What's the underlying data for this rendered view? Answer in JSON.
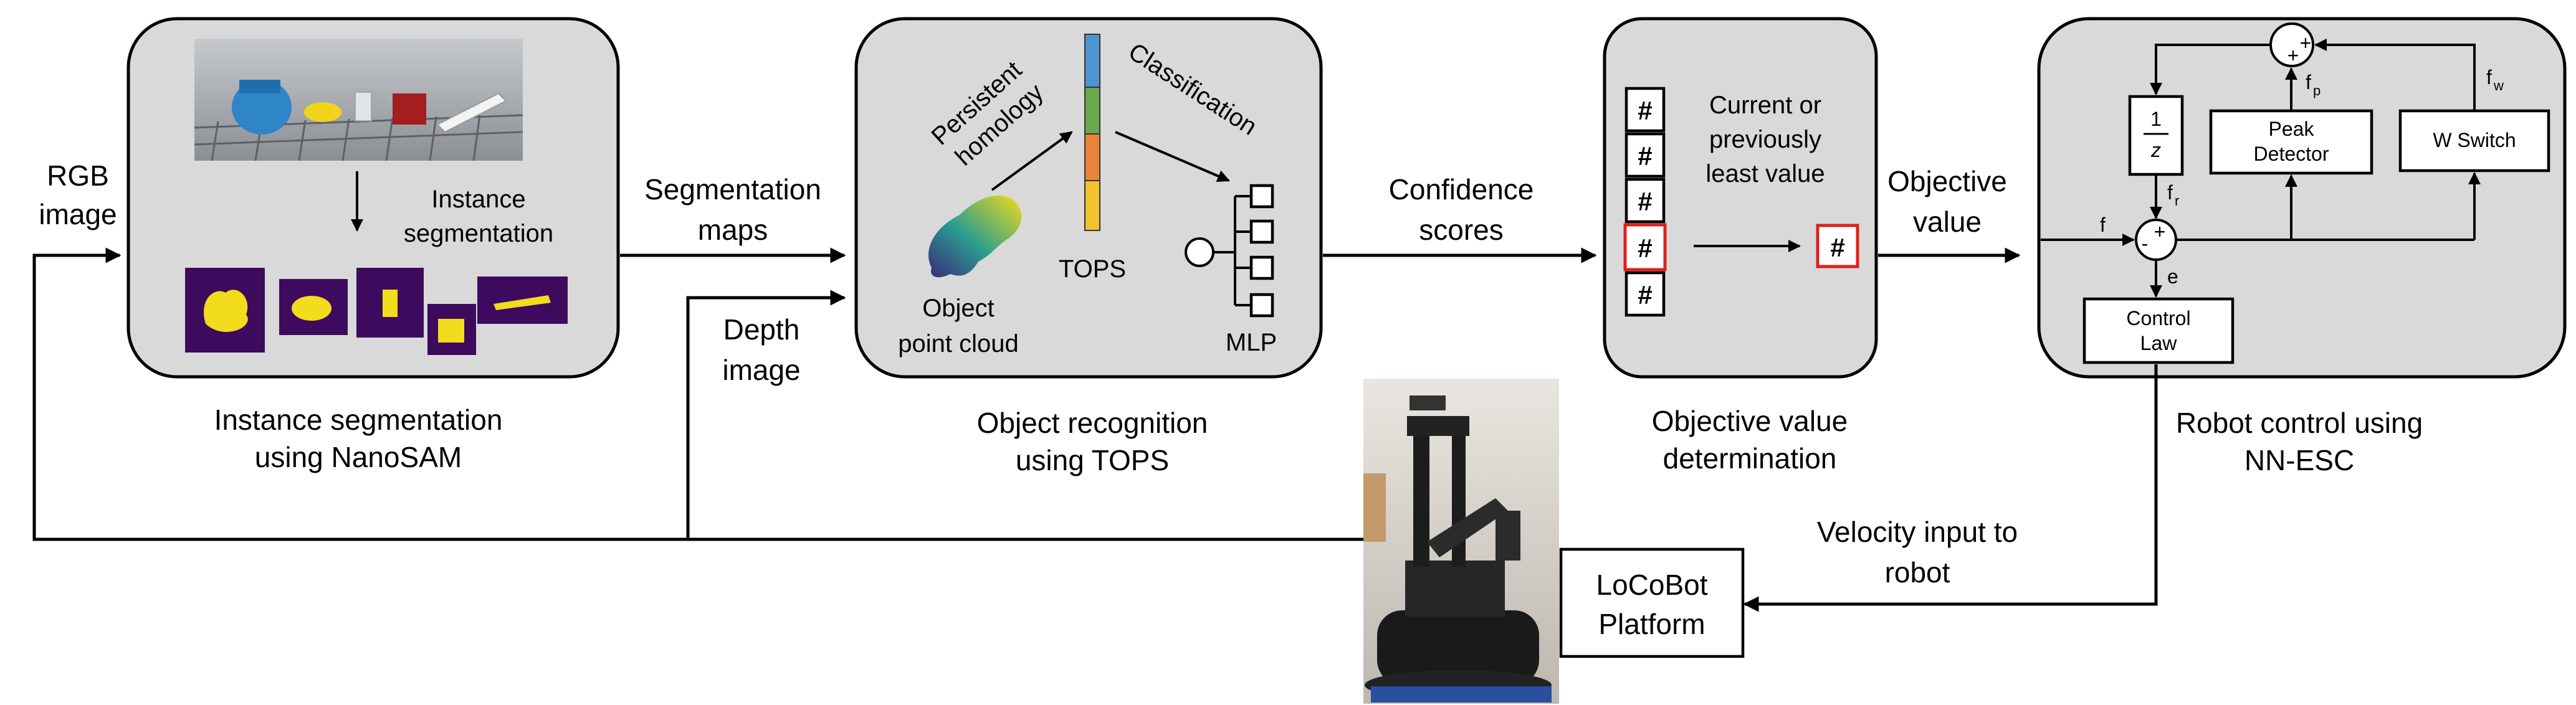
{
  "panels": {
    "segmentation": {
      "caption_line1": "Instance segmentation",
      "caption_line2": "using NanoSAM",
      "inner_line1": "Instance",
      "inner_line2": "segmentation"
    },
    "recognition": {
      "caption_line1": "Object recognition",
      "caption_line2": "using TOPS",
      "ph_line1": "Persistent",
      "ph_line2": "homology",
      "classification": "Classification",
      "tops": "TOPS",
      "cloud_line1": "Object",
      "cloud_line2": "point cloud",
      "mlp": "MLP"
    },
    "objective": {
      "caption_line1": "Objective value",
      "caption_line2": "determination",
      "text_line1": "Current or",
      "text_line2": "previously",
      "text_line3": "least value",
      "hash": "#"
    },
    "control": {
      "caption_line1": "Robot control using",
      "caption_line2": "NN-ESC",
      "one": "1",
      "z": "z",
      "peak_line1": "Peak",
      "peak_line2": "Detector",
      "wswitch": "W Switch",
      "control_line1": "Control",
      "control_line2": "Law",
      "f": "f",
      "fr": "f",
      "fr_sub": "r",
      "fp": "f",
      "fp_sub": "p",
      "fw": "f",
      "fw_sub": "w",
      "e": "e",
      "plus": "+",
      "minus": "-"
    }
  },
  "labels": {
    "rgb_line1": "RGB",
    "rgb_line2": "image",
    "segmaps_line1": "Segmentation",
    "segmaps_line2": "maps",
    "depth_line1": "Depth",
    "depth_line2": "image",
    "conf_line1": "Confidence",
    "conf_line2": "scores",
    "objval_line1": "Objective",
    "objval_line2": "value",
    "vel_line1": "Velocity input to",
    "vel_line2": "robot"
  },
  "platform": {
    "line1": "LoCoBot",
    "line2": "Platform"
  },
  "colors": {
    "panel": "#d9d9d9",
    "mask_bg": "#3d0a5e",
    "mask_fg": "#f2dc1b",
    "highlight": "#e0201c",
    "tops_bar": [
      "#4f93cf",
      "#6aa84f",
      "#e8833a",
      "#f2c12e"
    ]
  }
}
